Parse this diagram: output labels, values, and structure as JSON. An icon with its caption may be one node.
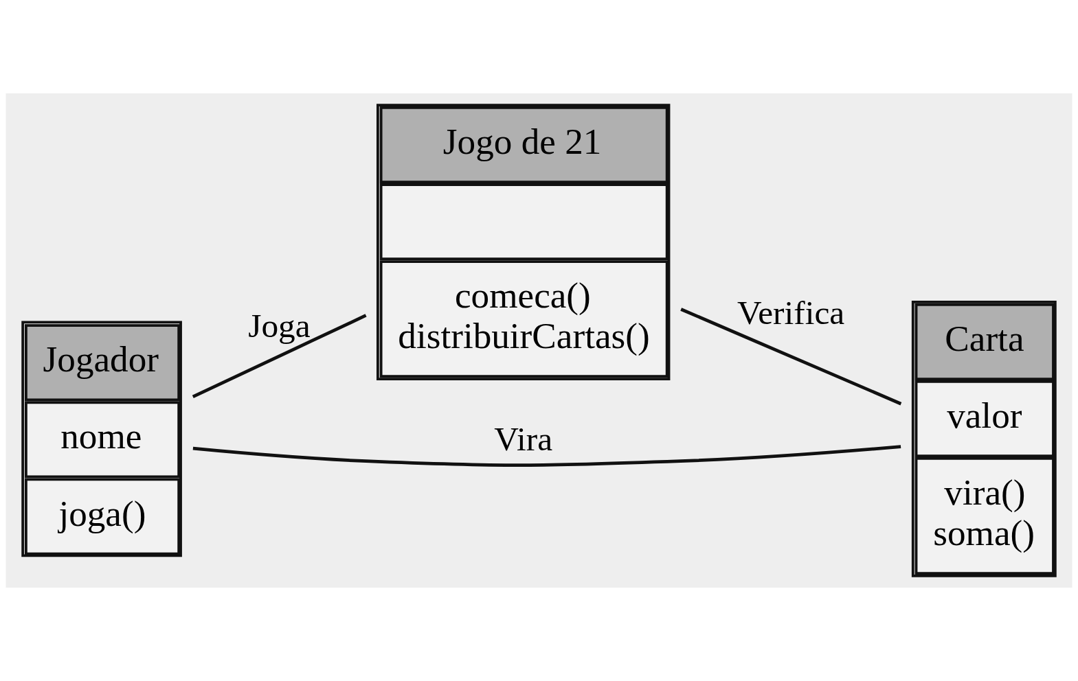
{
  "diagram": {
    "nodes": [
      {
        "text": [
          "Jogador",
          "nome",
          "joga()"
        ]
      },
      {
        "text": [
          "Jogo de 21",
          "comeca()",
          "distribuirCartas()"
        ]
      },
      {
        "text": [
          "Carta",
          "valor",
          "vira()",
          "soma()"
        ]
      }
    ],
    "edges": [
      {
        "from": 0,
        "to": 1,
        "arrow": "none",
        "label": "Joga"
      },
      {
        "from": 0,
        "to": 2,
        "arrow": "none",
        "label": "Vira"
      },
      {
        "from": 1,
        "to": 2,
        "arrow": "none",
        "label": "Verifica"
      }
    ]
  }
}
